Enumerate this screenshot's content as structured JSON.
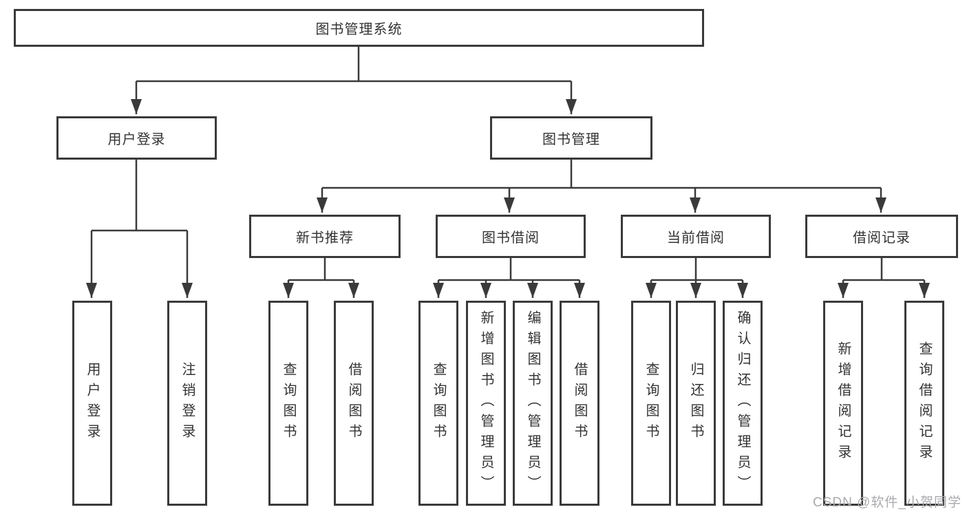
{
  "diagram": {
    "type": "hierarchy-tree",
    "title": "图书管理系统"
  },
  "tree": {
    "label": "图书管理系统",
    "children": [
      {
        "label": "用户登录",
        "children": [
          {
            "label": "用户登录"
          },
          {
            "label": "注销登录"
          }
        ]
      },
      {
        "label": "图书管理",
        "children": [
          {
            "label": "新书推荐",
            "children": [
              {
                "label": "查询图书"
              },
              {
                "label": "借阅图书"
              }
            ]
          },
          {
            "label": "图书借阅",
            "children": [
              {
                "label": "查询图书"
              },
              {
                "label": "新增图书（管理员）"
              },
              {
                "label": "编辑图书（管理员）"
              },
              {
                "label": "借阅图书"
              }
            ]
          },
          {
            "label": "当前借阅",
            "children": [
              {
                "label": "查询图书"
              },
              {
                "label": "归还图书"
              },
              {
                "label": "确认归还（管理员）"
              }
            ]
          },
          {
            "label": "借阅记录",
            "children": [
              {
                "label": "新增借阅记录"
              },
              {
                "label": "查询借阅记录"
              }
            ]
          }
        ]
      }
    ]
  },
  "watermark": {
    "text": "CSDN @软件_小贺同学",
    "color": "#a9a9ad"
  },
  "colors": {
    "line": "#3a3a3a",
    "box_border": "#3a3a3a",
    "box_fill": "#ffffff",
    "text": "#333333",
    "background": "#ffffff"
  }
}
